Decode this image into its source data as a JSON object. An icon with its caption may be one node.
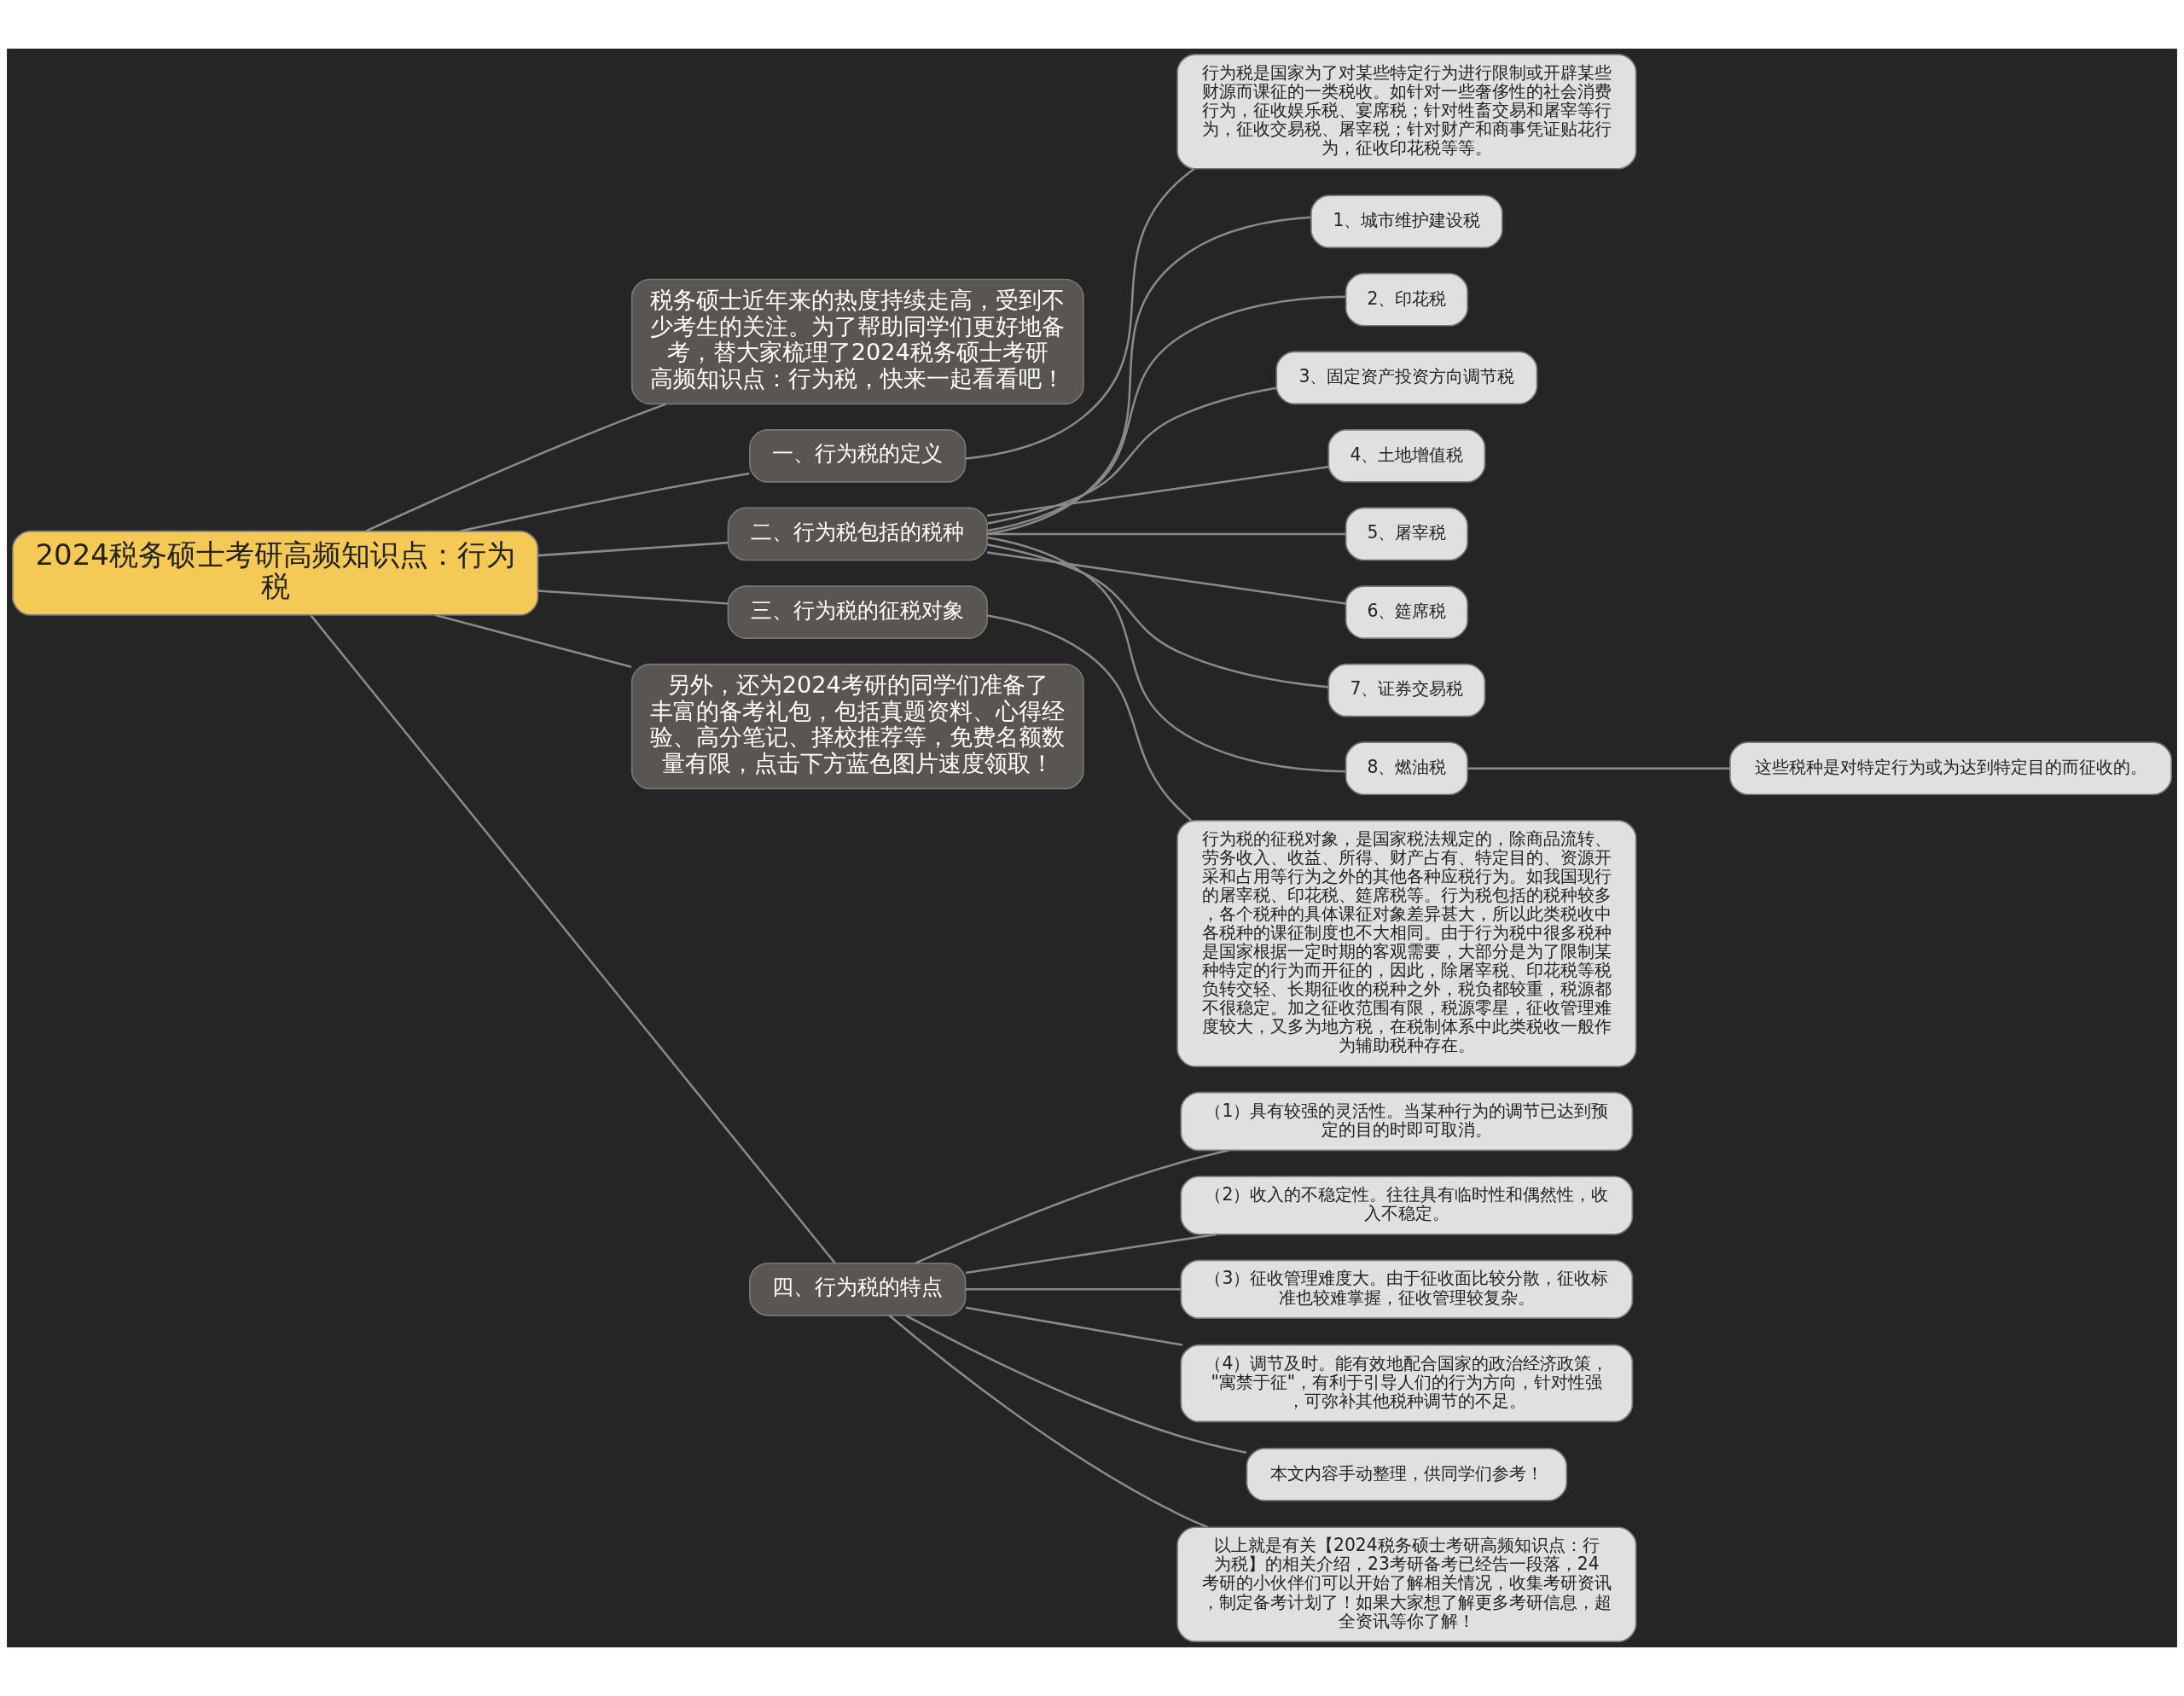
{
  "diagram": {
    "nodes": [
      {
        "text": [
          "2024税务硕士考研高频知识点：行为税"
        ]
      },
      {
        "text": [
          "税务硕士近年来的热度持续走高，受到不少考生的关注。为了帮助同学们更好地备考，替大家梳理了2024税务硕士考研高频知识点：行为税，快来一起看看吧！"
        ]
      },
      {
        "text": [
          "一、行为税的定义"
        ]
      },
      {
        "text": [
          "行为税是国家为了对某些特定行为进行限制或开辟某些财源而课征的一类税收。如针对一些奢侈性的社会消费行为，征收娱乐税、宴席税；针对牲畜交易和屠宰等行为，征收交易税、屠宰税；针对财产和商事凭证贴花行为，征收印花税等等。"
        ]
      },
      {
        "text": [
          "二、行为税包括的税种"
        ]
      },
      {
        "text": [
          "1、城市维护建设税"
        ]
      },
      {
        "text": [
          "2、印花税"
        ]
      },
      {
        "text": [
          "3、固定资产投资方向调节税"
        ]
      },
      {
        "text": [
          "4、土地增值税"
        ]
      },
      {
        "text": [
          "5、屠宰税"
        ]
      },
      {
        "text": [
          "6、筵席税"
        ]
      },
      {
        "text": [
          "7、证券交易税"
        ]
      },
      {
        "text": [
          "8、燃油税"
        ]
      },
      {
        "text": [
          "这些税种是对特定行为或为达到特定目的而征收的。"
        ]
      },
      {
        "text": [
          "三、行为税的征税对象"
        ]
      },
      {
        "text": [
          "行为税的征税对象，是国家税法规定的，除商品流转、劳务收入、收益、所得、财产占有、特定目的、资源开采和占用等行为之外的其他各种应税行为。如我国现行的屠宰税、印花税、筵席税等。行为税包括的税种较多，各个税种的具体课征对象差异甚大，所以此类税收中各税种的课征制度也不大相同。由于行为税中很多税种是国家根据一定时期的客观需要，大部分是为了限制某种特定的行为而开征的，因此，除屠宰税、印花税等税负转交轻、长期征收的税种之外，税负都较重，税源都不很稳定。加之征收范围有限，税源零星，征收管理难度较大，又多为地方税，在税制体系中此类税收一般作为辅助税种存在。"
        ]
      },
      {
        "text": [
          "另外，还为2024考研的同学们准备了丰富的备考礼包，包括真题资料、心得经验、高分笔记、择校推荐等，免费名额数量有限，点击下方蓝色图片速度领取！"
        ]
      },
      {
        "text": [
          "四、行为税的特点"
        ]
      },
      {
        "text": [
          "（1）具有较强的灵活性。当某种行为的调节已达到预定的目的时即可取消。"
        ]
      },
      {
        "text": [
          "（2）收入的不稳定性。往往具有临时性和偶然性，收入不稳定。"
        ]
      },
      {
        "text": [
          "（3）征收管理难度大。由于征收面比较分散，征收标准也较难掌握，征收管理较复杂。"
        ]
      },
      {
        "text": [
          "（4）调节及时。能有效地配合国家的政治经济政策，\"寓禁于征\"，有利于引导人们的行为方向，针对性强，可弥补其他税种调节的不足。"
        ]
      },
      {
        "text": [
          "本文内容手动整理，供同学们参考！"
        ]
      },
      {
        "text": [
          "以上就是有关【2024税务硕士考研高频知识点：行为税】的相关介绍，23考研备考已经告一段落，24考研的小伙伴们可以开始了解相关情况，收集考研资讯，制定备考计划了！如果大家想了解更多考研信息，超全资讯等你了解！"
        ]
      }
    ],
    "edges": [
      {
        "from": 0,
        "to": 1,
        "arrow": "none"
      },
      {
        "from": 0,
        "to": 2,
        "arrow": "none"
      },
      {
        "from": 2,
        "to": 3,
        "arrow": "none"
      },
      {
        "from": 0,
        "to": 4,
        "arrow": "none"
      },
      {
        "from": 4,
        "to": 5,
        "arrow": "none"
      },
      {
        "from": 4,
        "to": 6,
        "arrow": "none"
      },
      {
        "from": 4,
        "to": 7,
        "arrow": "none"
      },
      {
        "from": 4,
        "to": 8,
        "arrow": "none"
      },
      {
        "from": 4,
        "to": 9,
        "arrow": "none"
      },
      {
        "from": 4,
        "to": 10,
        "arrow": "none"
      },
      {
        "from": 4,
        "to": 11,
        "arrow": "none"
      },
      {
        "from": 4,
        "to": 12,
        "arrow": "none"
      },
      {
        "from": 12,
        "to": 13,
        "arrow": "none"
      },
      {
        "from": 0,
        "to": 14,
        "arrow": "none"
      },
      {
        "from": 14,
        "to": 15,
        "arrow": "none"
      },
      {
        "from": 0,
        "to": 16,
        "arrow": "none"
      },
      {
        "from": 0,
        "to": 17,
        "arrow": "none"
      },
      {
        "from": 17,
        "to": 18,
        "arrow": "none"
      },
      {
        "from": 17,
        "to": 19,
        "arrow": "none"
      },
      {
        "from": 17,
        "to": 20,
        "arrow": "none"
      },
      {
        "from": 17,
        "to": 21,
        "arrow": "none"
      },
      {
        "from": 17,
        "to": 22,
        "arrow": "none"
      },
      {
        "from": 17,
        "to": 23,
        "arrow": "none"
      }
    ]
  }
}
